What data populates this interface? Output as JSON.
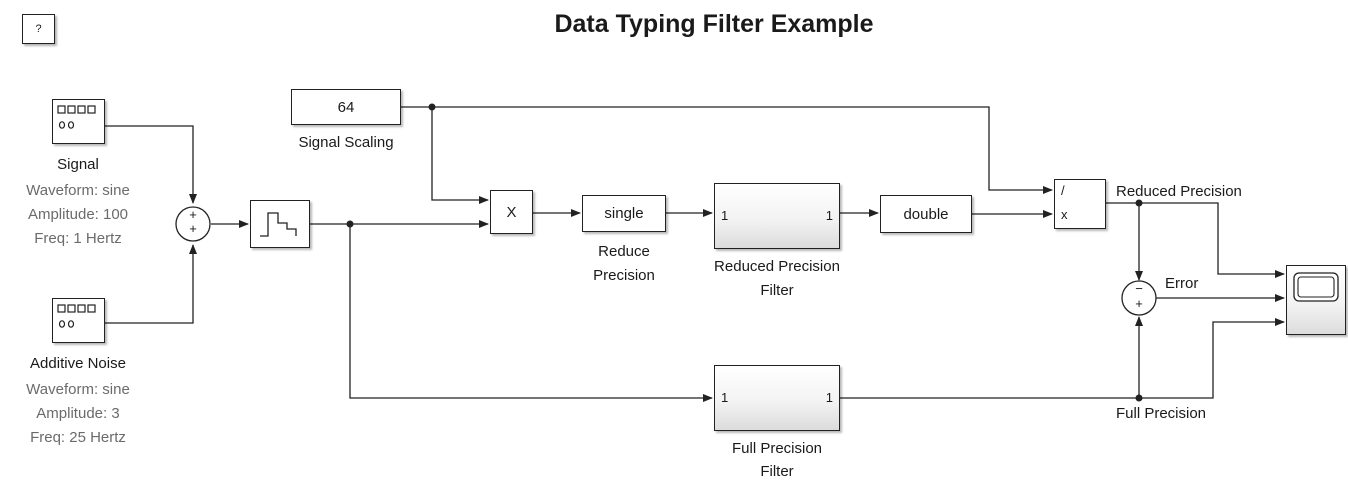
{
  "title": "Data Typing Filter Example",
  "help_button": "?",
  "blocks": {
    "signal": {
      "label": "Signal",
      "params": [
        "Waveform: sine",
        "Amplitude: 100",
        "Freq: 1 Hertz"
      ]
    },
    "noise": {
      "label": "Additive Noise",
      "params": [
        "Waveform: sine",
        "Amplitude: 3",
        "Freq: 25 Hertz"
      ]
    },
    "scaling": {
      "value": "64",
      "label": "Signal Scaling"
    },
    "product": {
      "symbol": "X"
    },
    "reduce": {
      "text": "single",
      "label_line1": "Reduce",
      "label_line2": "Precision"
    },
    "reduced_filter": {
      "in": "1",
      "out": "1",
      "label_line1": "Reduced Precision",
      "label_line2": "Filter"
    },
    "to_double": {
      "text": "double"
    },
    "divide": {
      "in1": "/",
      "in2": "x"
    },
    "full_filter": {
      "in": "1",
      "out": "1",
      "label_line1": "Full Precision",
      "label_line2": "Filter"
    },
    "sum1_signs": {
      "top": "+",
      "bottom": "+"
    },
    "sum2_signs": {
      "top": "−",
      "bottom": "+"
    }
  },
  "signals": {
    "reduced": "Reduced Precision",
    "error": "Error",
    "full": "Full Precision"
  },
  "glyphs": {
    "signal_generator": "generator-icon",
    "zero_order_hold": "zoh-icon",
    "scope": "scope-icon"
  }
}
